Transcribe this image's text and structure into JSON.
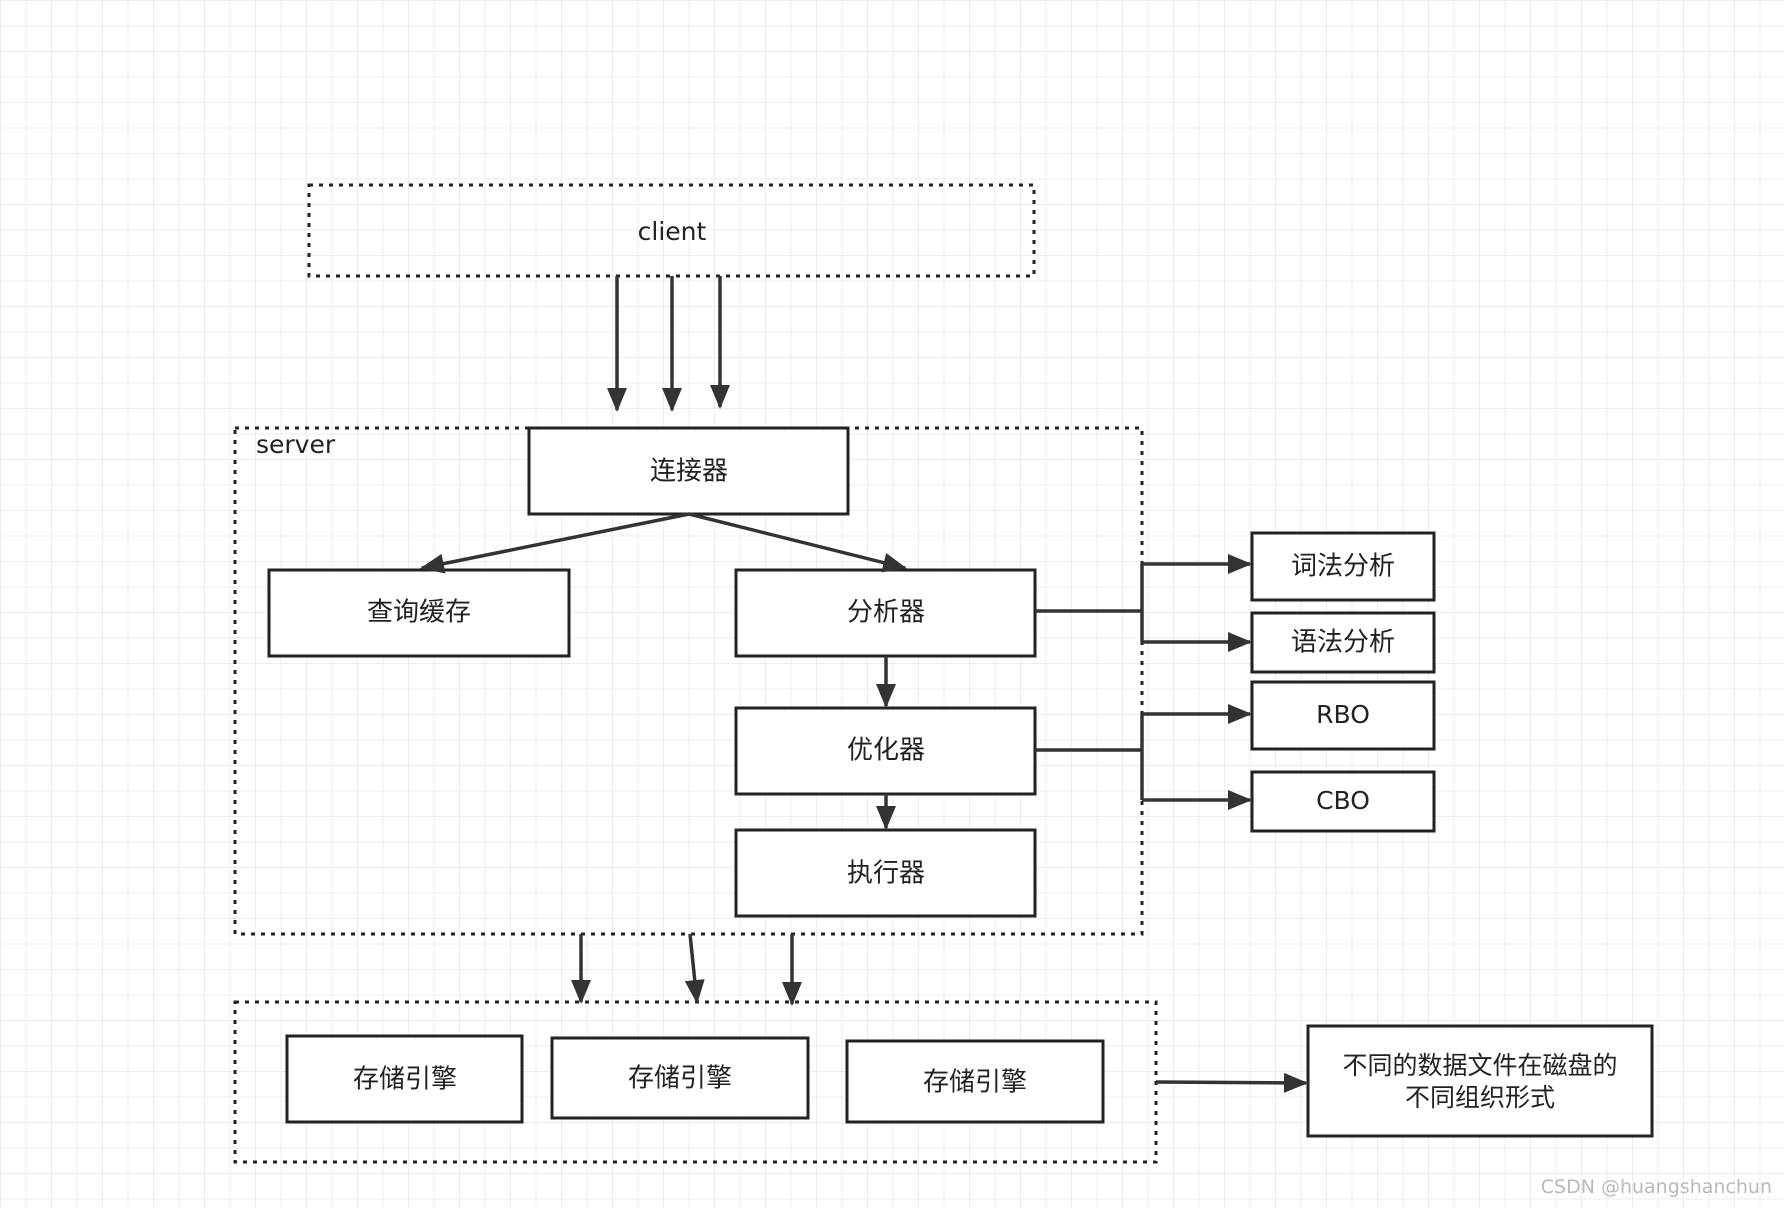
{
  "diagram": {
    "client": "client",
    "server": "server",
    "connector": "连接器",
    "query_cache": "查询缓存",
    "analyzer": "分析器",
    "optimizer": "优化器",
    "executor": "执行器",
    "lexical_analysis": "词法分析",
    "syntax_analysis": "语法分析",
    "rbo": "RBO",
    "cbo": "CBO",
    "storage_engines": [
      "存储引擎",
      "存储引擎",
      "存储引擎"
    ],
    "storage_note_line1": "不同的数据文件在磁盘的",
    "storage_note_line2": "不同组织形式"
  },
  "watermark": "CSDN @huangshanchun"
}
